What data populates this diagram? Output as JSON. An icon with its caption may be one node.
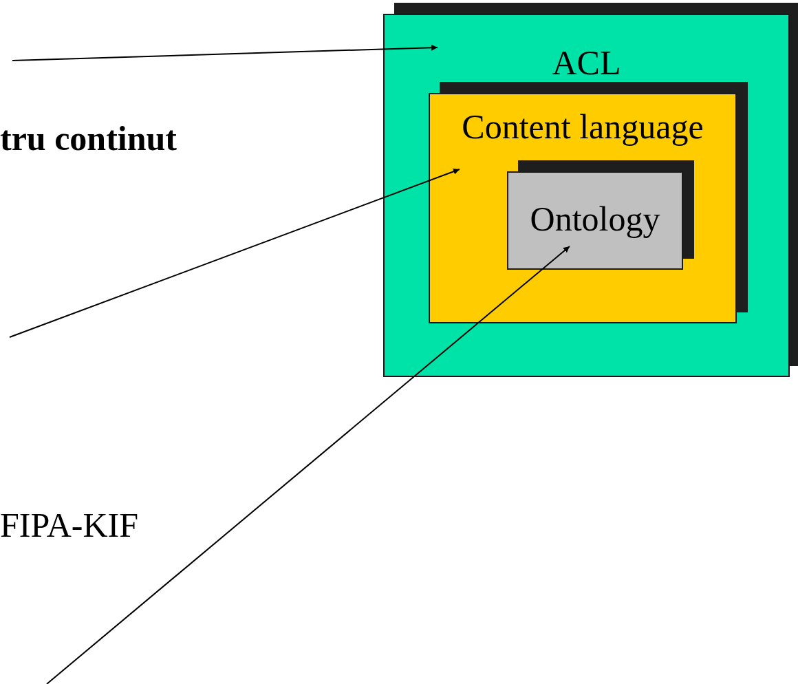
{
  "diagram": {
    "nodes": [
      {
        "text": [
          "ACL"
        ]
      },
      {
        "text": [
          "Content language"
        ],
        "in": 0
      },
      {
        "text": [
          "Ontology"
        ],
        "in": 1
      }
    ],
    "edges": [
      {
        "from": null,
        "to": 0,
        "arrow": "to"
      },
      {
        "from": null,
        "to": 1,
        "arrow": "to"
      },
      {
        "from": null,
        "to": 2,
        "arrow": "to"
      }
    ],
    "labels": [
      "tru continut",
      "FIPA-KIF"
    ]
  }
}
